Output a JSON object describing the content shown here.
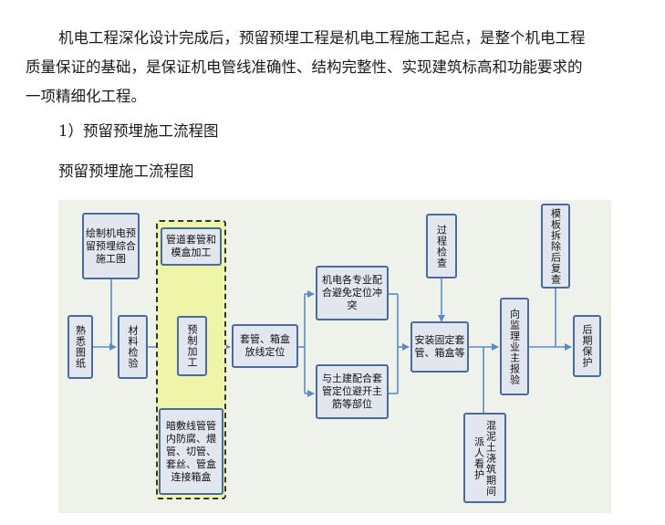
{
  "intro": {
    "lines": [
      "机电工程深化设计完成后，预留预埋工程是机电工程施工起点，是整个机电工程",
      "质量保证的基础，是保证机电管线准确性、结构完整性、实现建筑标高和功能要求的",
      "一项精细化工程。"
    ]
  },
  "section_heading": "1）预留预埋施工流程图",
  "figure_title": "预留预埋施工流程图",
  "flowchart": {
    "nodes": {
      "familiarize_drawings": "熟悉图纸",
      "draw_drawings": "绘制机电预留预埋综合施工图",
      "material_inspection": "材料检验",
      "sleeve_processing": "管道套管和模盒加工",
      "prefab_processing": "预制加工",
      "conduit_treatment": "暗敷线管管内防腐、煨管、切管、套丝、管盒连接箱盒",
      "sleeve_positioning": "套管、箱盒放线定位",
      "coordinate_mep": "机电各专业配合避免定位冲突",
      "coordinate_civil": "与土建配合套管定位避开主筋等部位",
      "process_inspection": "过程检查",
      "install_fix": "安装固定套管、箱盒等",
      "concrete_watch": "混泥土浇筑期间派人看护",
      "report_supervisor": "向监理业主报验",
      "formwork_recheck": "模板拆除后复查",
      "later_protection": "后期保护"
    },
    "colors": {
      "node_fill": "#e2e6ef",
      "node_border": "#4a6b9c",
      "group_fill": "#eef5a8",
      "connector": "#5b8cc8",
      "background": "#eef2ea"
    }
  }
}
